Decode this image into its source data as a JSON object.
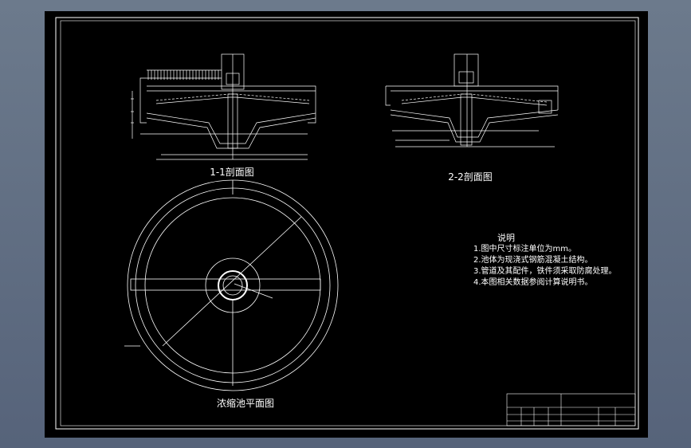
{
  "drawing": {
    "title_section_1": "1-1剖面图",
    "title_section_2": "2-2剖面图",
    "title_plan": "浓缩池平面图"
  },
  "notes": {
    "heading": "说明",
    "items": [
      "1.图中尺寸标注单位为mm。",
      "2.池体为现浇式钢筋混凝土结构。",
      "3.管道及其配件，铁件须采取防腐处理。",
      "4.本图相关数据参阅计算说明书。"
    ]
  },
  "colors": {
    "background": "#000000",
    "lines": "#ffffff",
    "app_frame": "#5e6b80"
  }
}
